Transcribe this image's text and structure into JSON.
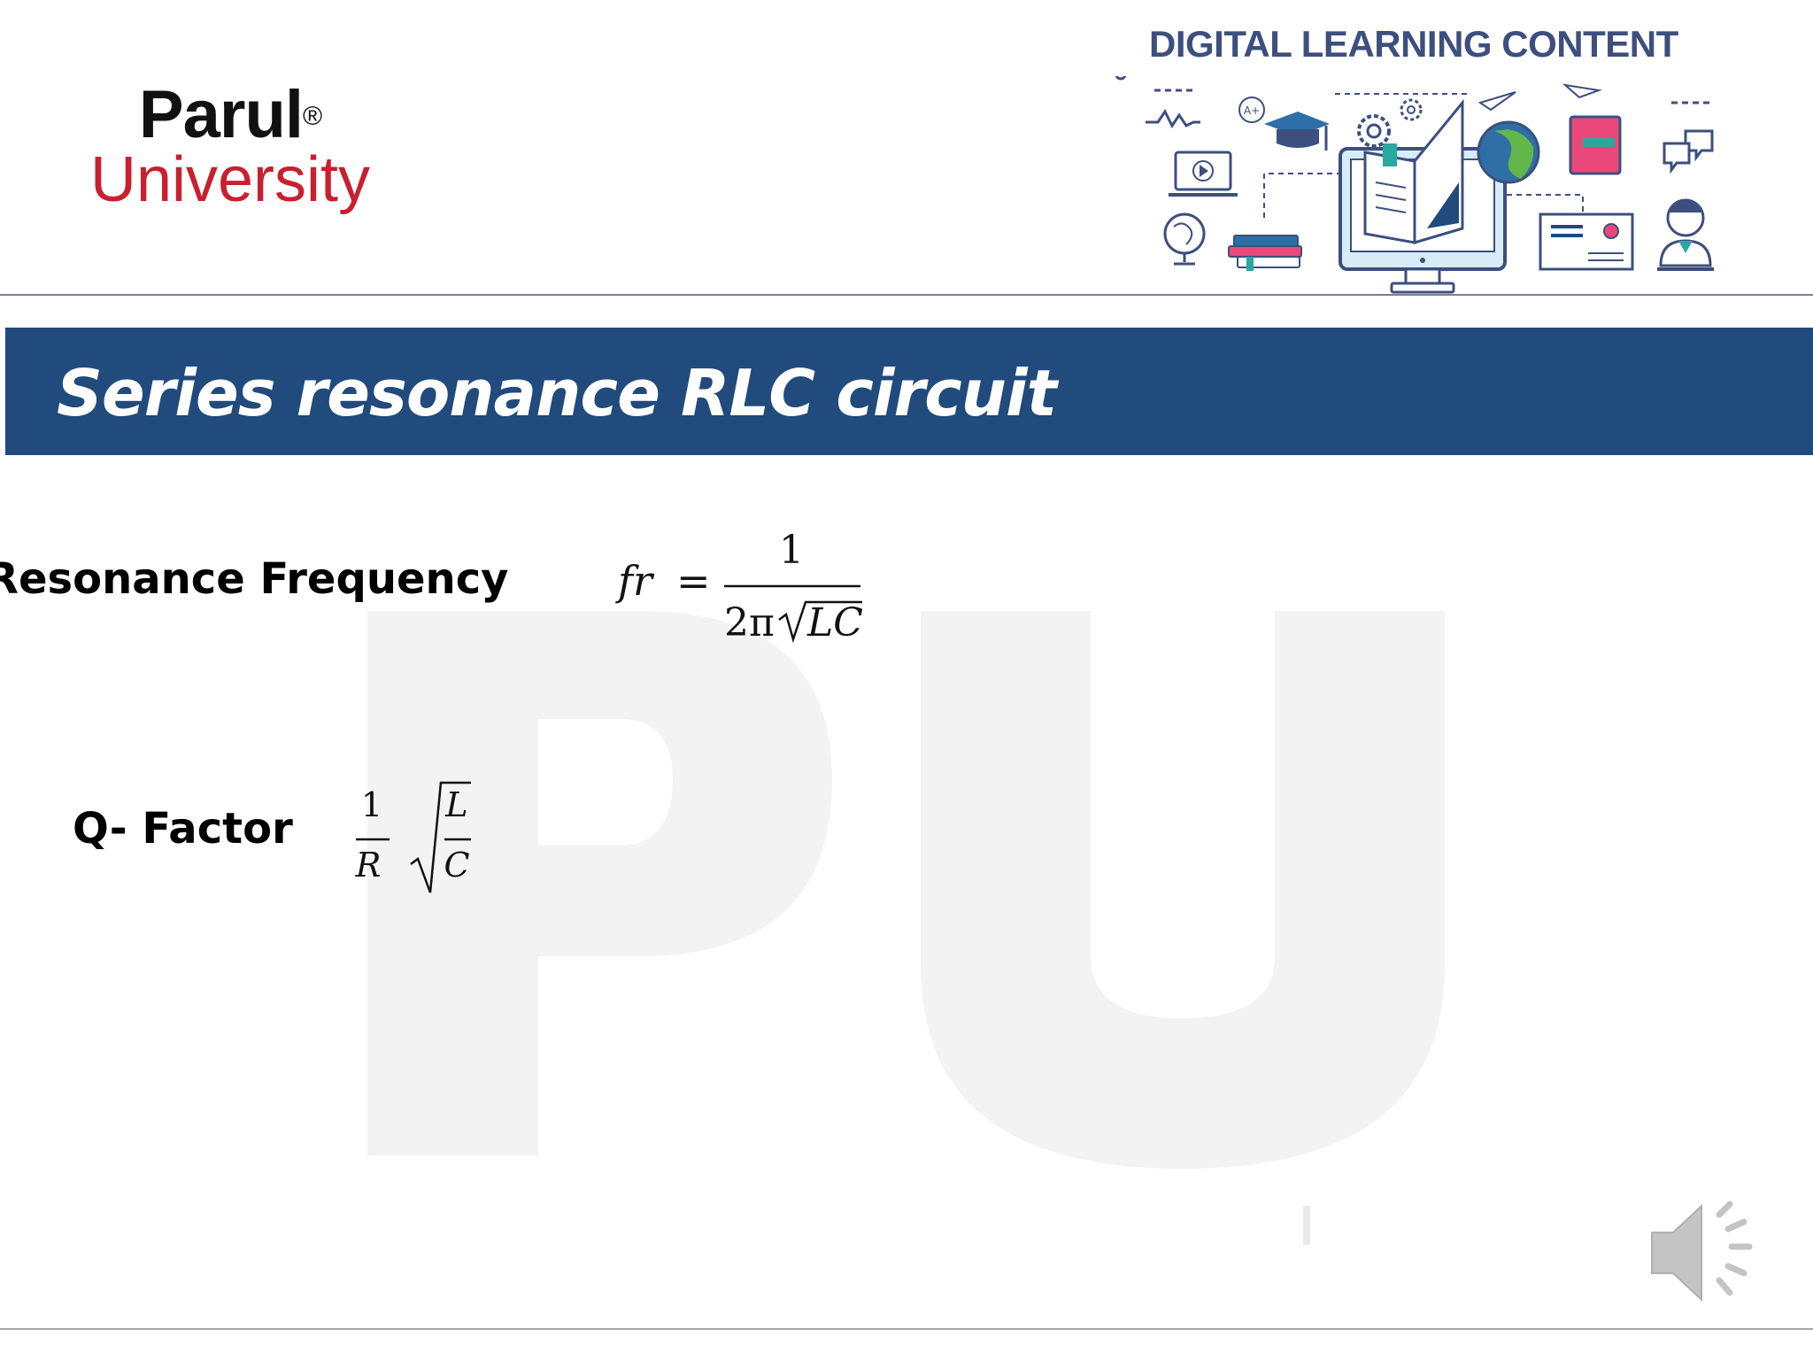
{
  "header": {
    "logo": {
      "line1": "Parul",
      "registered": "®",
      "line2": "University"
    },
    "digital_label": "DIGITAL LEARNING CONTENT",
    "watermark": "PU"
  },
  "slide": {
    "title": "Series resonance RLC circuit",
    "rows": [
      {
        "label": "Resonance Frequency",
        "formula": "fr = 1 / (2π√LC)"
      },
      {
        "label": "Q- Factor",
        "formula": "(1/R) √(L/C)"
      }
    ]
  },
  "colors": {
    "banner": "#214a7d",
    "logo_red": "#c8202f",
    "digital_label": "#3d4f7e"
  },
  "icons": [
    "speaker-icon"
  ]
}
